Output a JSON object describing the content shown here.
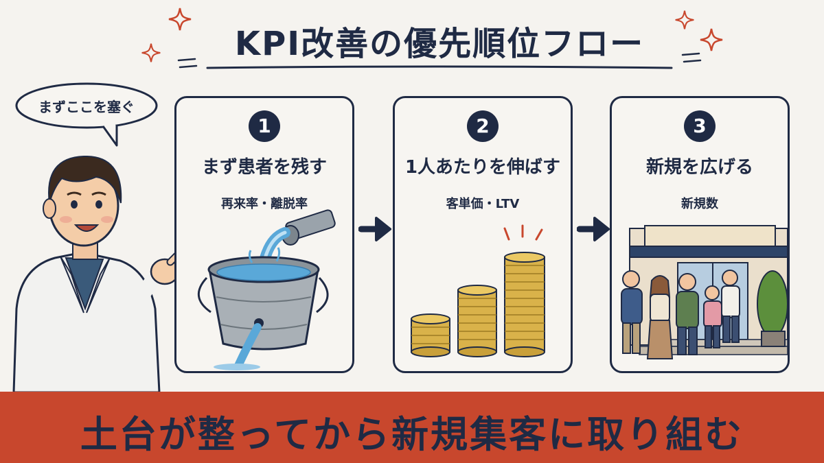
{
  "title": "KPI改善の優先順位フロー",
  "speech_bubble": "まずここを塞ぐ",
  "steps": [
    {
      "number": "1",
      "heading": "まず患者を残す",
      "metric": "再来率・離脱率",
      "icon": "leaking-bucket-icon"
    },
    {
      "number": "2",
      "heading": "1人あたりを伸ばす",
      "metric": "客単価・LTV",
      "icon": "coin-stacks-icon"
    },
    {
      "number": "3",
      "heading": "新規を広げる",
      "metric": "新規数",
      "icon": "clinic-entrance-icon"
    }
  ],
  "footer": "土台が整ってから新規集客に取り組む",
  "colors": {
    "navy": "#1f2a44",
    "accent_red": "#c8472d",
    "background": "#f5f3ef",
    "coin_gold": "#d9b24a",
    "water_blue": "#5aa8d8"
  }
}
